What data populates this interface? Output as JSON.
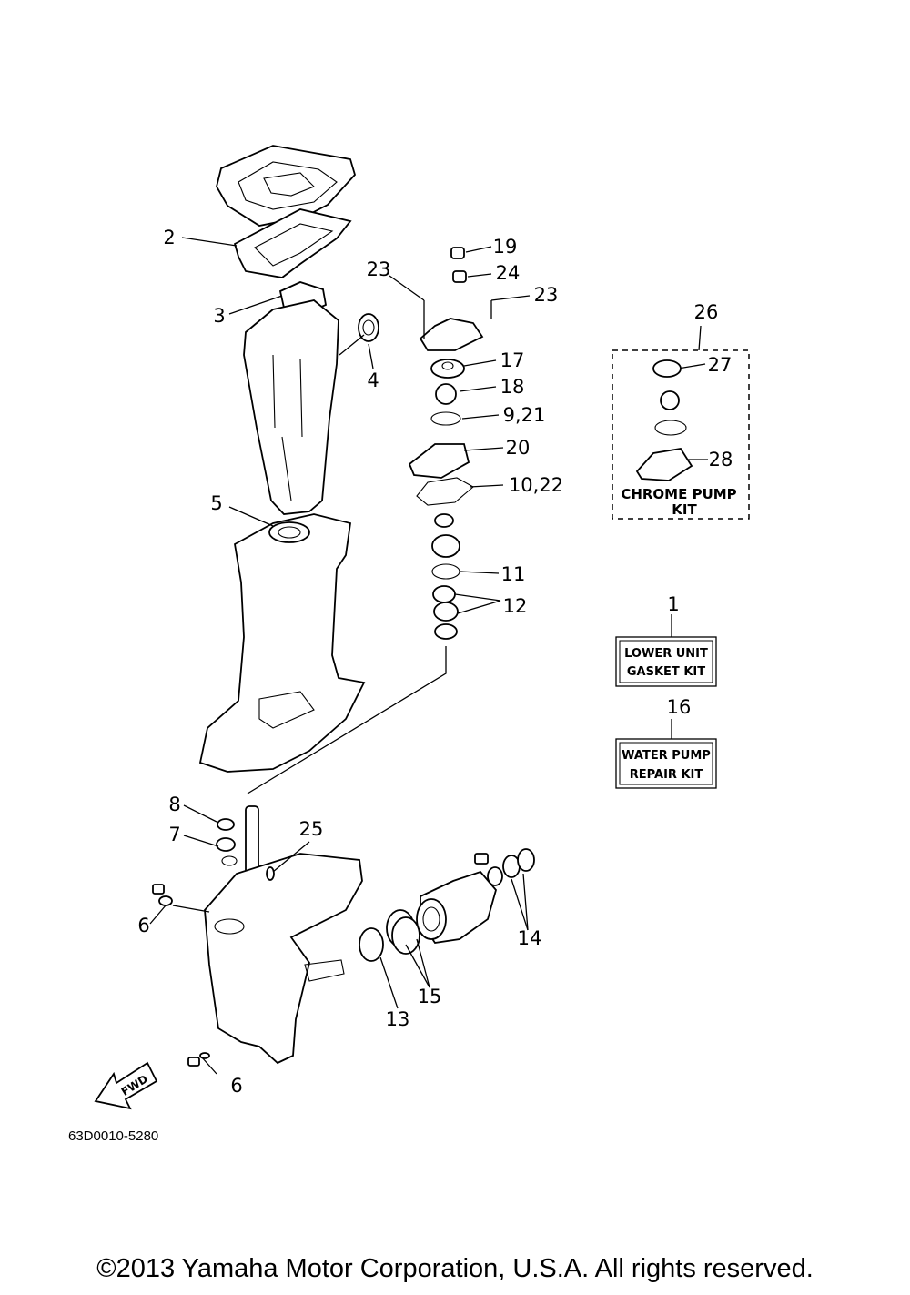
{
  "callouts": {
    "c2": "2",
    "c3": "3",
    "c4": "4",
    "c5": "5",
    "c19": "19",
    "c23a": "23",
    "c24": "24",
    "c23b": "23",
    "c17": "17",
    "c18": "18",
    "c9_21": "9,21",
    "c20": "20",
    "c10_22": "10,22",
    "c11": "11",
    "c12": "12",
    "c26": "26",
    "c27": "27",
    "c28": "28",
    "c1": "1",
    "c16": "16",
    "c8": "8",
    "c7": "7",
    "c25": "25",
    "c6a": "6",
    "c6b": "6",
    "c14": "14",
    "c15": "15",
    "c13": "13"
  },
  "chrome_pump_kit": {
    "line1": "CHROME PUMP",
    "line2": "KIT"
  },
  "lower_unit_gasket_kit": {
    "line1": "LOWER UNIT",
    "line2": "GASKET KIT"
  },
  "water_pump_repair_kit": {
    "line1": "WATER PUMP",
    "line2": "REPAIR KIT"
  },
  "fwd_label": "FWD",
  "diagram_number": "63D0010-5280",
  "copyright": "©2013 Yamaha Motor Corporation, U.S.A. All rights reserved."
}
